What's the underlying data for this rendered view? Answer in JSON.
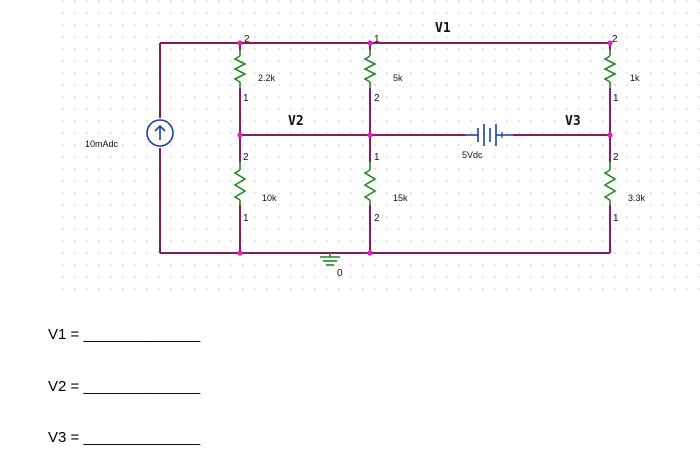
{
  "circuit": {
    "node_labels": {
      "v1": "V1",
      "v2": "V2",
      "v3": "V3"
    },
    "sources": {
      "current": "10mAdc",
      "voltage": "5Vdc"
    },
    "resistors": {
      "r_left_top": "2.2k",
      "r_mid_top": "5k",
      "r_right_top": "1k",
      "r_left_bot": "10k",
      "r_mid_bot": "15k",
      "r_right_bot": "3.3k"
    },
    "ground_label": "0",
    "pins": {
      "one": "1",
      "two": "2"
    }
  },
  "questions": [
    {
      "label": "V1 = ______________"
    },
    {
      "label": "V2 = ______________"
    },
    {
      "label": "V3 = ______________"
    }
  ]
}
